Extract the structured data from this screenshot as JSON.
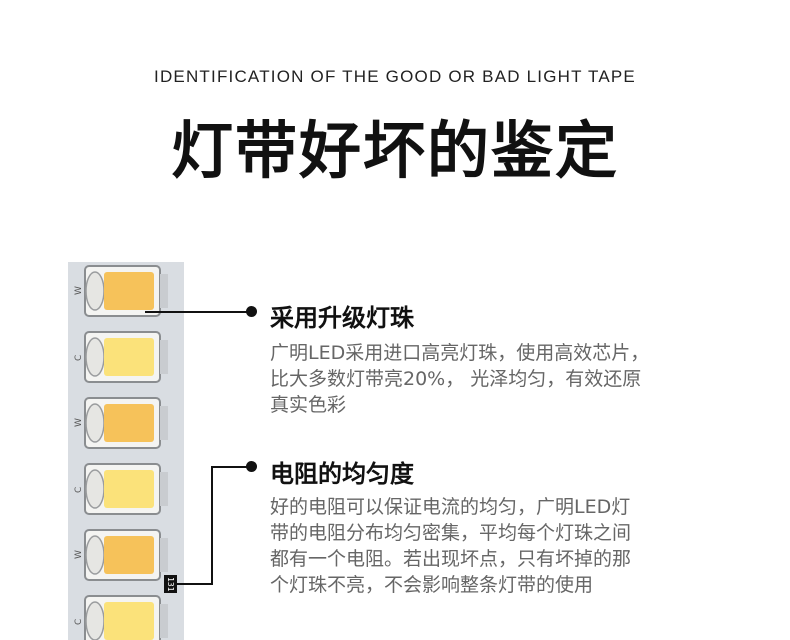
{
  "header": {
    "subtitle": "IDENTIFICATION OF THE GOOD OR BAD LIGHT TAPE",
    "title": "灯带好坏的鉴定"
  },
  "features": [
    {
      "title": "采用升级灯珠",
      "lines": [
        "广明LED采用进口高亮灯珠，使用高效芯片，",
        "比大多数灯带亮20%， 光泽均匀，有效还原",
        "真实色彩"
      ]
    },
    {
      "title": "电阻的均匀度",
      "lines": [
        "好的电阻可以保证电流的均匀，广明LED灯",
        "带的电阻分布均匀密集，平均每个灯珠之间",
        "都有一个电阻。若出现坏点，只有坏掉的那",
        "个灯珠不亮，不会影响整条灯带的使用"
      ]
    }
  ],
  "strip": {
    "resistor_label": "131",
    "led_colors": [
      "#f6c25a",
      "#fbe27a",
      "#f6c25a",
      "#fbe27a",
      "#f6c25a",
      "#fbe27a"
    ],
    "marks": [
      "W",
      "C",
      "W",
      "C",
      "W",
      "C"
    ]
  }
}
